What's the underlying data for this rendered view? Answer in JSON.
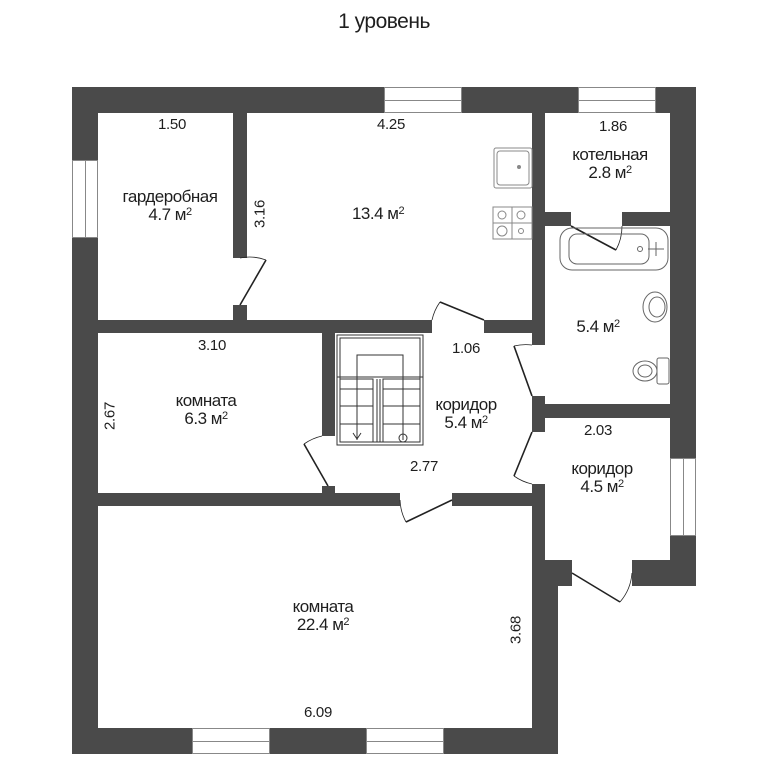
{
  "title": "1 уровень",
  "colors": {
    "wall": "#4a4a4a",
    "background": "#ffffff",
    "text": "#1e1e1e"
  },
  "rooms": [
    {
      "name": "гардеробная",
      "area": "4.7 м",
      "dims": [
        "1.50",
        "3.16"
      ]
    },
    {
      "name": "",
      "area": "13.4 м",
      "dims": [
        "4.25",
        "3.16"
      ]
    },
    {
      "name": "котельная",
      "area": "2.8 м",
      "dims": [
        "1.86"
      ]
    },
    {
      "name": "",
      "area": "5.4 м",
      "dims": []
    },
    {
      "name": "комната",
      "area": "6.3 м",
      "dims": [
        "3.10",
        "2.67"
      ]
    },
    {
      "name": "коридор",
      "area": "5.4 м",
      "dims": [
        "1.06",
        "2.77"
      ]
    },
    {
      "name": "коридор",
      "area": "4.5 м",
      "dims": [
        "2.03"
      ]
    },
    {
      "name": "комната",
      "area": "22.4 м",
      "dims": [
        "6.09",
        "3.68"
      ]
    }
  ],
  "unit_sup": "2"
}
